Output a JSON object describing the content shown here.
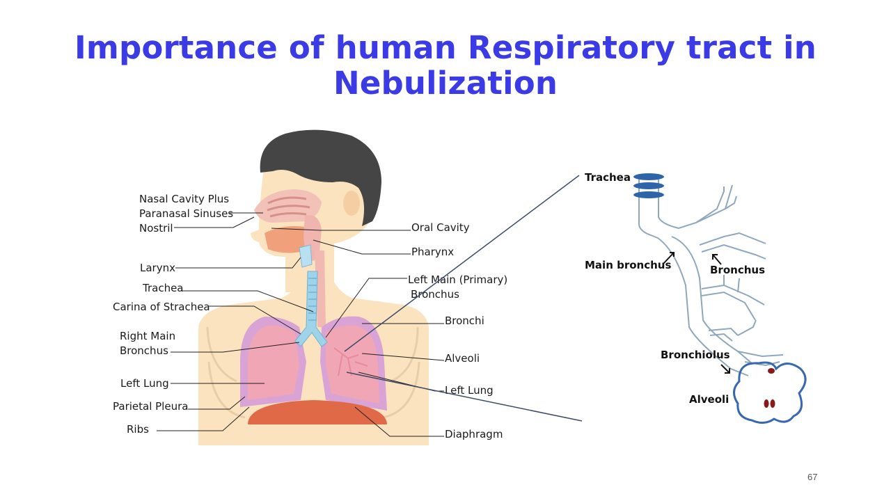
{
  "slide": {
    "title_line_1": "Importance of human Respiratory tract in",
    "title_line_2": "Nebulization",
    "page_number": "67"
  },
  "body_diagram": {
    "labels": {
      "nasal_cavity_line1": "Nasal Cavity Plus",
      "nasal_cavity_line2": "Paranasal Sinuses",
      "nostril": "Nostril",
      "larynx": "Larynx",
      "trachea": "Trachea",
      "carina": "Carina  of Strachea",
      "right_main_bronchus_line1": "Right Main",
      "right_main_bronchus_line2": "Bronchus",
      "left_lung_right_side": "Left Lung",
      "parietal_pleura": "Parietal Pleura",
      "ribs": "Ribs",
      "oral_cavity": "Oral Cavity",
      "pharynx": "Pharynx",
      "left_main_bronchus_line1": "Left Main (Primary)",
      "left_main_bronchus_line2": "Bronchus",
      "bronchi": "Bronchi",
      "alveoli": "Alveoli",
      "left_lung": "Left Lung",
      "diaphragm": "Diaphragm"
    }
  },
  "airway_diagram": {
    "labels": {
      "trachea": "Trachea",
      "main_bronchus": "Main bronchus",
      "bronchus": "Bronchus",
      "bronchiolus": "Bronchiolus",
      "alveoli": "Alveoli"
    }
  },
  "colors": {
    "title": "#3a3ae6",
    "skin": "#fbe3bf",
    "hair": "#454545",
    "lung": "#f0a6b4",
    "pleura": "#d9a3d6",
    "diaphragm": "#e06a48",
    "trachea": "#9fd3ea",
    "airway_line": "#8ea7bd",
    "alveoli_outline": "#3a68b0",
    "trachea_rings": "#2e64a8"
  }
}
